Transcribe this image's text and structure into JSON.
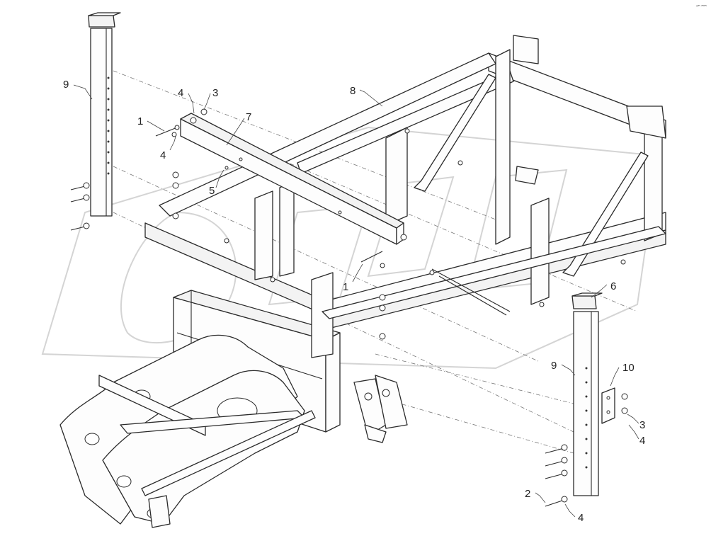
{
  "diagram": {
    "corner_mark": "₁ₘ ₘₘ",
    "callouts": [
      {
        "id": "c-9-top",
        "text": "9"
      },
      {
        "id": "c-4-top",
        "text": "4"
      },
      {
        "id": "c-3-top",
        "text": "3"
      },
      {
        "id": "c-1-top",
        "text": "1"
      },
      {
        "id": "c-7",
        "text": "7"
      },
      {
        "id": "c-4-mid",
        "text": "4"
      },
      {
        "id": "c-5",
        "text": "5"
      },
      {
        "id": "c-8",
        "text": "8"
      },
      {
        "id": "c-1-mid",
        "text": "1"
      },
      {
        "id": "c-6",
        "text": "6"
      },
      {
        "id": "c-9-right",
        "text": "9"
      },
      {
        "id": "c-10",
        "text": "10"
      },
      {
        "id": "c-3-right",
        "text": "3"
      },
      {
        "id": "c-4-right",
        "text": "4"
      },
      {
        "id": "c-2",
        "text": "2"
      },
      {
        "id": "c-4-bottom",
        "text": "4"
      }
    ]
  }
}
